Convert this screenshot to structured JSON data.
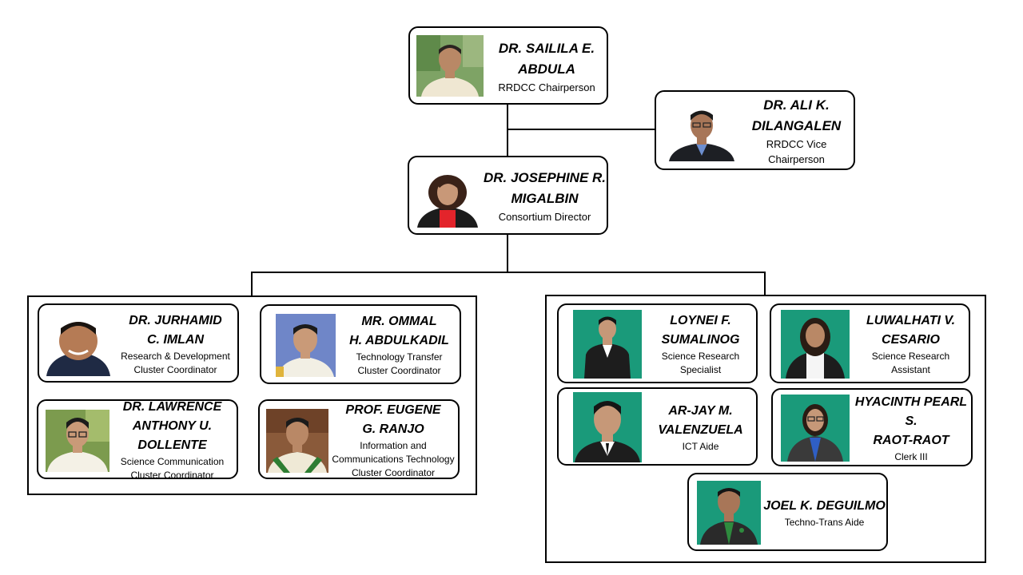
{
  "people": {
    "chair": {
      "name": "DR. SAILILA E.\nABDULA",
      "position": "RRDCC Chairperson"
    },
    "vice": {
      "name": "DR. ALI K.\nDILANGALEN",
      "position": "RRDCC Vice\nChairperson"
    },
    "director": {
      "name": "DR. JOSEPHINE R.\nMIGALBIN",
      "position": "Consortium Director"
    },
    "imlan": {
      "name": "DR. JURHAMID\nC. IMLAN",
      "position": "Research & Development\nCluster Coordinator"
    },
    "abdulkadil": {
      "name": "MR. OMMAL\nH. ABDULKADIL",
      "position": "Technology Transfer\nCluster Coordinator"
    },
    "dollente": {
      "name": "DR. LAWRENCE\nANTHONY U. DOLLENTE",
      "position": "Science Communication\nCluster Coordinator"
    },
    "ranjo": {
      "name": "PROF. EUGENE\nG. RANJO",
      "position": "Information and\nCommunications  Technology\nCluster Coordinator"
    },
    "sumalinog": {
      "name": "LOYNEI F.\nSUMALINOG",
      "position": "Science Research\nSpecialist"
    },
    "cesario": {
      "name": "LUWALHATI V.\nCESARIO",
      "position": "Science Research\nAssistant"
    },
    "valenzuela": {
      "name": "AR-JAY M.\nVALENZUELA",
      "position": "ICT Aide"
    },
    "raotraot": {
      "name": "HYACINTH PEARL S.\nRAOT-RAOT",
      "position": "Clerk III"
    },
    "deguilmo": {
      "name": "JOEL K. DEGUILMO",
      "position": "Techno-Trans Aide"
    }
  },
  "colors": {
    "line": "#000000",
    "card_border": "#000000",
    "green_backdrop": "#1a9a7a",
    "blue_backdrop": "#6f86c8",
    "outdoor_backdrop": "#7ea365"
  }
}
